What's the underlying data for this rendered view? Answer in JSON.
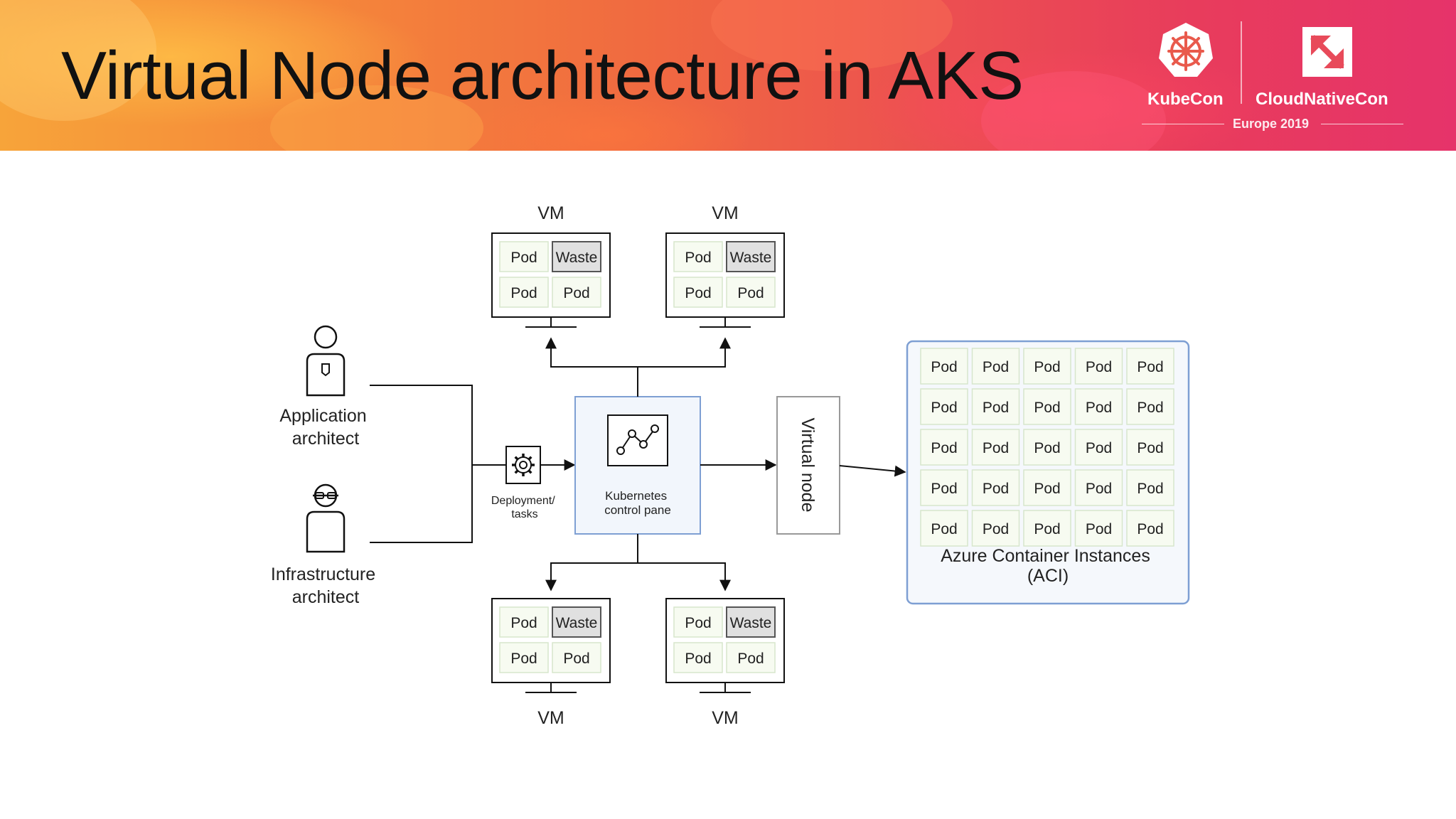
{
  "slide": {
    "title": "Virtual Node architecture in AKS"
  },
  "logos": {
    "kubecon": "KubeCon",
    "cloudnativecon": "CloudNativeCon",
    "event": "Europe 2019"
  },
  "diagram": {
    "people": [
      {
        "id": "app",
        "label_lines": [
          "Application",
          "architect"
        ]
      },
      {
        "id": "infra",
        "label_lines": [
          "Infrastructure",
          "architect"
        ]
      }
    ],
    "deployment_label_lines": [
      "Deployment/",
      "tasks"
    ],
    "control_plane_label_lines": [
      "Kubernetes",
      "control pane"
    ],
    "virtual_node_label": "Virtual node",
    "vm_label": "VM",
    "vms": [
      {
        "id": "vm-top-left",
        "cells": [
          "Pod",
          "Waste",
          "Pod",
          "Pod"
        ]
      },
      {
        "id": "vm-top-right",
        "cells": [
          "Pod",
          "Waste",
          "Pod",
          "Pod"
        ]
      },
      {
        "id": "vm-bottom-left",
        "cells": [
          "Pod",
          "Waste",
          "Pod",
          "Pod"
        ]
      },
      {
        "id": "vm-bottom-right",
        "cells": [
          "Pod",
          "Waste",
          "Pod",
          "Pod"
        ]
      }
    ],
    "aci": {
      "label_lines": [
        "Azure Container Instances",
        "(ACI)"
      ],
      "pod_label": "Pod",
      "rows": 5,
      "cols": 5
    },
    "colors": {
      "pod_fill": "#f7fbf1",
      "pod_border": "#d7e6cc",
      "waste_fill": "#e0e0e0",
      "waste_border": "#555555",
      "control_fill": "#f2f6fc",
      "control_border": "#7e9fd3",
      "aci_fill": "#f5f8fc",
      "aci_border": "#7e9fd3",
      "line": "#111111"
    }
  }
}
